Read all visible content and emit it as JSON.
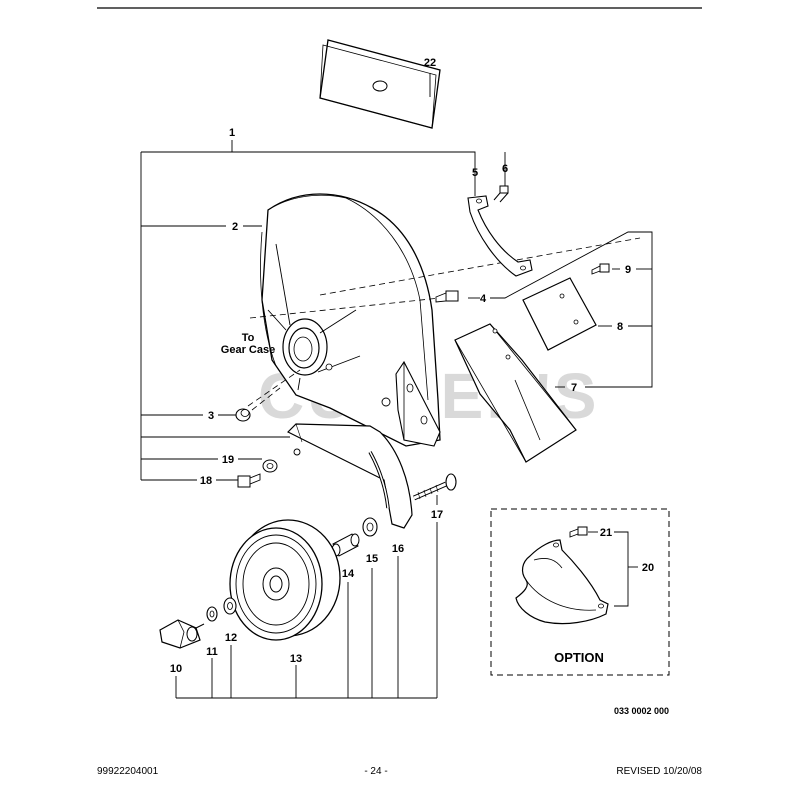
{
  "diagram": {
    "callouts": {
      "c1": "1",
      "c2": "2",
      "c3": "3",
      "c4": "4",
      "c5": "5",
      "c6": "6",
      "c7": "7",
      "c8": "8",
      "c9": "9",
      "c10": "10",
      "c11": "11",
      "c12": "12",
      "c13": "13",
      "c14": "14",
      "c15": "15",
      "c16": "16",
      "c17": "17",
      "c18": "18",
      "c19": "19",
      "c20": "20",
      "c21": "21",
      "c22": "22"
    },
    "note_to": "To",
    "note_gear_case": "Gear Case",
    "option_label": "OPTION",
    "drawing_number": "033 0002 000",
    "watermark": "CUTTER'S"
  },
  "footer": {
    "part_number": "99922204001",
    "page": "- 24 -",
    "revision": "REVISED 10/20/08"
  }
}
